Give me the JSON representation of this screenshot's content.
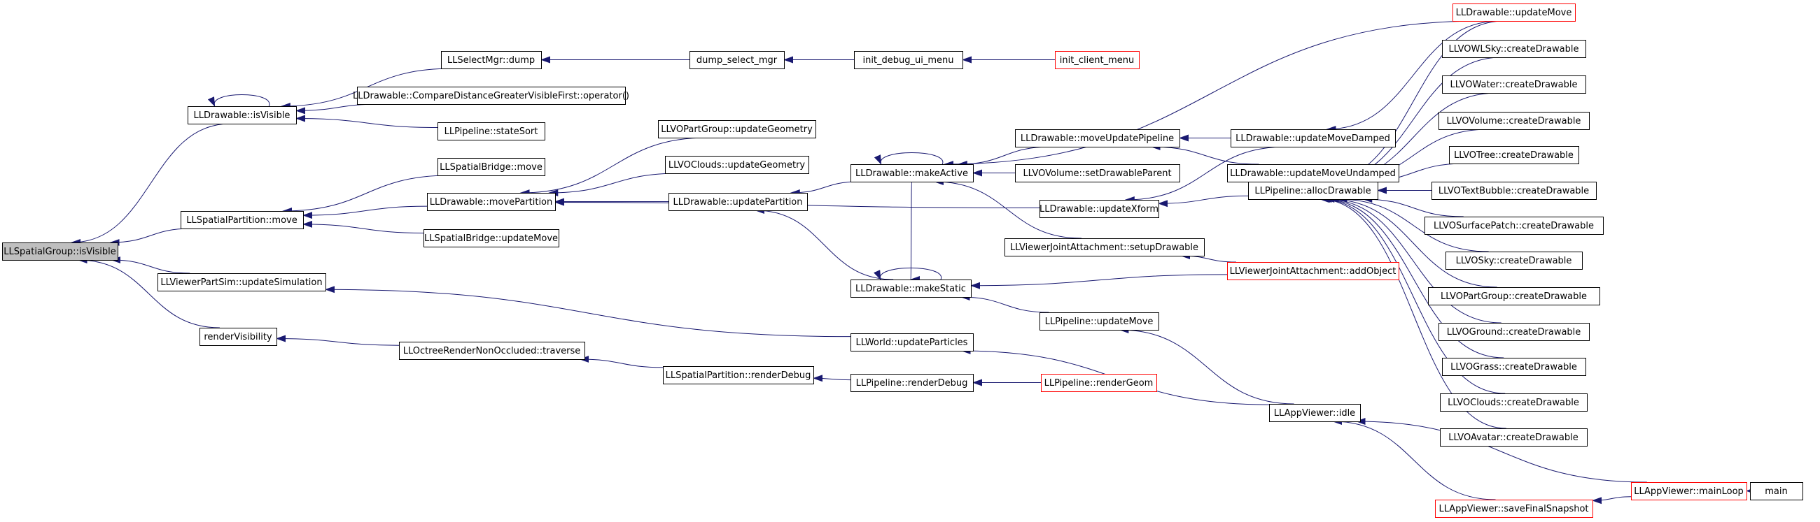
{
  "diagram": {
    "nodes": [
      {
        "id": "root",
        "label": "LLSpatialGroup::isVisible",
        "style": "root"
      },
      {
        "id": "n_isvisible",
        "label": "LLDrawable::isVisible",
        "style": "normal"
      },
      {
        "id": "n_spmove",
        "label": "LLSpatialPartition::move",
        "style": "normal"
      },
      {
        "id": "n_partsim",
        "label": "LLViewerPartSim::updateSimulation",
        "style": "normal"
      },
      {
        "id": "n_rendervis",
        "label": "renderVisibility",
        "style": "normal"
      },
      {
        "id": "n_selmgr",
        "label": "LLSelectMgr::dump",
        "style": "normal"
      },
      {
        "id": "n_cmpdist",
        "label": "LLDrawable::CompareDistanceGreaterVisibleFirst::operator()",
        "style": "normal"
      },
      {
        "id": "n_statesort",
        "label": "LLPipeline::stateSort",
        "style": "normal"
      },
      {
        "id": "n_sbmove",
        "label": "LLSpatialBridge::move",
        "style": "normal"
      },
      {
        "id": "n_movepart",
        "label": "LLDrawable::movePartition",
        "style": "normal"
      },
      {
        "id": "n_sbupdmove",
        "label": "LLSpatialBridge::updateMove",
        "style": "normal"
      },
      {
        "id": "n_octree",
        "label": "LLOctreeRenderNonOccluded::traverse",
        "style": "normal"
      },
      {
        "id": "n_dumpsel",
        "label": "dump_select_mgr",
        "style": "normal"
      },
      {
        "id": "n_pgupdgeom",
        "label": "LLVOPartGroup::updateGeometry",
        "style": "normal"
      },
      {
        "id": "n_clupdgeom",
        "label": "LLVOClouds::updateGeometry",
        "style": "normal"
      },
      {
        "id": "n_updpart",
        "label": "LLDrawable::updatePartition",
        "style": "normal"
      },
      {
        "id": "n_sprenderdbg",
        "label": "LLSpatialPartition::renderDebug",
        "style": "normal"
      },
      {
        "id": "n_initdbg",
        "label": "init_debug_ui_menu",
        "style": "normal"
      },
      {
        "id": "n_makeactive",
        "label": "LLDrawable::makeActive",
        "style": "normal"
      },
      {
        "id": "n_makestatic",
        "label": "LLDrawable::makeStatic",
        "style": "normal"
      },
      {
        "id": "n_worldpart",
        "label": "LLWorld::updateParticles",
        "style": "normal"
      },
      {
        "id": "n_piperenderdbg",
        "label": "LLPipeline::renderDebug",
        "style": "normal"
      },
      {
        "id": "n_initclient",
        "label": "init_client_menu",
        "style": "red"
      },
      {
        "id": "n_moveupdpipe",
        "label": "LLDrawable::moveUpdatePipeline",
        "style": "normal"
      },
      {
        "id": "n_setdrawpar",
        "label": "LLVOVolume::setDrawableParent",
        "style": "normal"
      },
      {
        "id": "n_updxform",
        "label": "LLDrawable::updateXform",
        "style": "normal"
      },
      {
        "id": "n_setupdraw",
        "label": "LLViewerJointAttachment::setupDrawable",
        "style": "normal"
      },
      {
        "id": "n_pipeupdmove",
        "label": "LLPipeline::updateMove",
        "style": "normal"
      },
      {
        "id": "n_rendergeom",
        "label": "LLPipeline::renderGeom",
        "style": "red"
      },
      {
        "id": "n_updmovedamp",
        "label": "LLDrawable::updateMoveDamped",
        "style": "normal"
      },
      {
        "id": "n_updmoveundamp",
        "label": "LLDrawable::updateMoveUndamped",
        "style": "normal"
      },
      {
        "id": "n_allocdraw",
        "label": "LLPipeline::allocDrawable",
        "style": "normal"
      },
      {
        "id": "n_addobj",
        "label": "LLViewerJointAttachment::addObject",
        "style": "red"
      },
      {
        "id": "n_idle",
        "label": "LLAppViewer::idle",
        "style": "normal"
      },
      {
        "id": "n_savesnap",
        "label": "LLAppViewer::saveFinalSnapshot",
        "style": "red"
      },
      {
        "id": "n_updmove",
        "label": "LLDrawable::updateMove",
        "style": "red"
      },
      {
        "id": "n_wlsky",
        "label": "LLVOWLSky::createDrawable",
        "style": "normal"
      },
      {
        "id": "n_water",
        "label": "LLVOWater::createDrawable",
        "style": "normal"
      },
      {
        "id": "n_volume",
        "label": "LLVOVolume::createDrawable",
        "style": "normal"
      },
      {
        "id": "n_tree",
        "label": "LLVOTree::createDrawable",
        "style": "normal"
      },
      {
        "id": "n_textbubble",
        "label": "LLVOTextBubble::createDrawable",
        "style": "normal"
      },
      {
        "id": "n_surfpatch",
        "label": "LLVOSurfacePatch::createDrawable",
        "style": "normal"
      },
      {
        "id": "n_sky",
        "label": "LLVOSky::createDrawable",
        "style": "normal"
      },
      {
        "id": "n_partgroup",
        "label": "LLVOPartGroup::createDrawable",
        "style": "normal"
      },
      {
        "id": "n_ground",
        "label": "LLVOGround::createDrawable",
        "style": "normal"
      },
      {
        "id": "n_grass",
        "label": "LLVOGrass::createDrawable",
        "style": "normal"
      },
      {
        "id": "n_clouds",
        "label": "LLVOClouds::createDrawable",
        "style": "normal"
      },
      {
        "id": "n_avatar",
        "label": "LLVOAvatar::createDrawable",
        "style": "normal"
      },
      {
        "id": "n_mainloop",
        "label": "LLAppViewer::mainLoop",
        "style": "red"
      },
      {
        "id": "n_main",
        "label": "main",
        "style": "normal"
      }
    ],
    "edges": [
      {
        "from": "n_isvisible",
        "to": "root"
      },
      {
        "from": "n_spmove",
        "to": "root"
      },
      {
        "from": "n_partsim",
        "to": "root"
      },
      {
        "from": "n_rendervis",
        "to": "root"
      },
      {
        "from": "n_isvisible",
        "to": "n_isvisible"
      },
      {
        "from": "n_selmgr",
        "to": "n_isvisible"
      },
      {
        "from": "n_cmpdist",
        "to": "n_isvisible"
      },
      {
        "from": "n_statesort",
        "to": "n_isvisible"
      },
      {
        "from": "n_sbmove",
        "to": "n_spmove"
      },
      {
        "from": "n_movepart",
        "to": "n_spmove"
      },
      {
        "from": "n_sbupdmove",
        "to": "n_spmove"
      },
      {
        "from": "n_worldpart",
        "to": "n_partsim"
      },
      {
        "from": "n_octree",
        "to": "n_rendervis"
      },
      {
        "from": "n_dumpsel",
        "to": "n_selmgr"
      },
      {
        "from": "n_initdbg",
        "to": "n_dumpsel"
      },
      {
        "from": "n_initclient",
        "to": "n_initdbg"
      },
      {
        "from": "n_pgupdgeom",
        "to": "n_movepart"
      },
      {
        "from": "n_clupdgeom",
        "to": "n_movepart"
      },
      {
        "from": "n_updpart",
        "to": "n_movepart"
      },
      {
        "from": "n_updxform",
        "to": "n_movepart"
      },
      {
        "from": "n_makeactive",
        "to": "n_updpart"
      },
      {
        "from": "n_makeactive",
        "to": "n_makeactive"
      },
      {
        "from": "n_makeactive",
        "to": "n_makestatic"
      },
      {
        "from": "n_makestatic",
        "to": "n_makestatic"
      },
      {
        "from": "n_makestatic",
        "to": "n_updpart"
      },
      {
        "from": "n_moveupdpipe",
        "to": "n_makeactive"
      },
      {
        "from": "n_setdrawpar",
        "to": "n_makeactive"
      },
      {
        "from": "n_setupdraw",
        "to": "n_makeactive"
      },
      {
        "from": "n_updmove",
        "to": "n_makeactive"
      },
      {
        "from": "n_addobj",
        "to": "n_makestatic"
      },
      {
        "from": "n_pipeupdmove",
        "to": "n_makestatic"
      },
      {
        "from": "n_sprenderdbg",
        "to": "n_octree"
      },
      {
        "from": "n_piperenderdbg",
        "to": "n_sprenderdbg"
      },
      {
        "from": "n_rendergeom",
        "to": "n_piperenderdbg"
      },
      {
        "from": "n_idle",
        "to": "n_worldpart"
      },
      {
        "from": "n_idle",
        "to": "n_pipeupdmove"
      },
      {
        "from": "n_updmovedamp",
        "to": "n_moveupdpipe"
      },
      {
        "from": "n_updmoveundamp",
        "to": "n_moveupdpipe"
      },
      {
        "from": "n_updmovedamp",
        "to": "n_updxform"
      },
      {
        "from": "n_allocdraw",
        "to": "n_updxform"
      },
      {
        "from": "n_updmove",
        "to": "n_updmovedamp"
      },
      {
        "from": "n_allocdraw",
        "to": "n_updmoveundamp"
      },
      {
        "from": "n_addobj",
        "to": "n_setupdraw"
      },
      {
        "from": "n_updmove",
        "to": "n_allocdraw"
      },
      {
        "from": "n_wlsky",
        "to": "n_allocdraw"
      },
      {
        "from": "n_water",
        "to": "n_allocdraw"
      },
      {
        "from": "n_volume",
        "to": "n_allocdraw"
      },
      {
        "from": "n_tree",
        "to": "n_allocdraw"
      },
      {
        "from": "n_textbubble",
        "to": "n_allocdraw"
      },
      {
        "from": "n_surfpatch",
        "to": "n_allocdraw"
      },
      {
        "from": "n_sky",
        "to": "n_allocdraw"
      },
      {
        "from": "n_partgroup",
        "to": "n_allocdraw"
      },
      {
        "from": "n_ground",
        "to": "n_allocdraw"
      },
      {
        "from": "n_grass",
        "to": "n_allocdraw"
      },
      {
        "from": "n_clouds",
        "to": "n_allocdraw"
      },
      {
        "from": "n_avatar",
        "to": "n_allocdraw"
      },
      {
        "from": "n_mainloop",
        "to": "n_idle"
      },
      {
        "from": "n_savesnap",
        "to": "n_idle"
      },
      {
        "from": "n_mainloop",
        "to": "n_savesnap"
      },
      {
        "from": "n_main",
        "to": "n_mainloop"
      }
    ],
    "colors": {
      "edge": "#191970",
      "root_fill": "#bfbfbf",
      "truncated_border": "#ff0000",
      "normal_border": "#000000"
    }
  }
}
